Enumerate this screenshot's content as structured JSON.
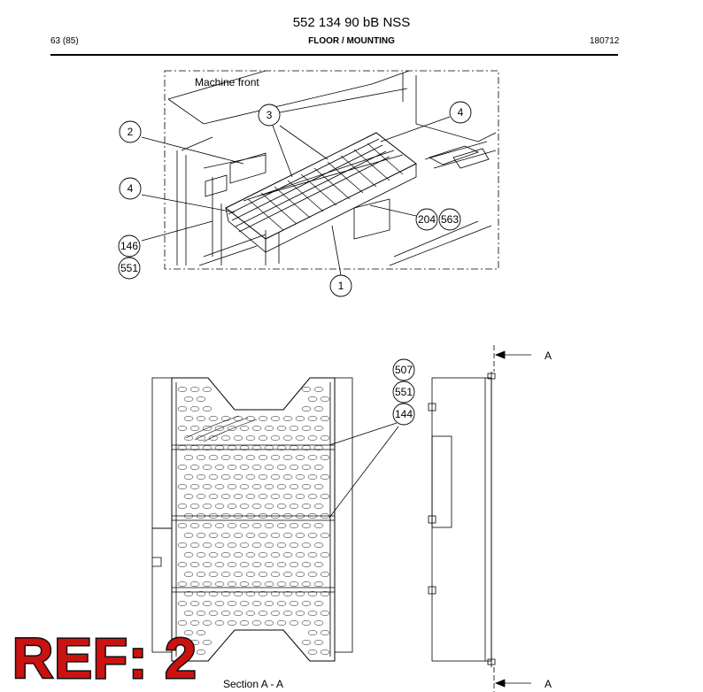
{
  "header": {
    "title": "552 134 90 bB NSS",
    "page": "63 (85)",
    "section": "FLOOR / MOUNTING",
    "date": "180712"
  },
  "diagram": {
    "top_view_label": "Machine front",
    "section_label": "Section A - A",
    "section_marker": "A",
    "ref_stamp": "REF: 2",
    "callouts_top": [
      "2",
      "3",
      "4",
      "4",
      "146",
      "551",
      "1",
      "204",
      "563"
    ],
    "callouts_bottom": [
      "507",
      "551",
      "144"
    ]
  },
  "colors": {
    "stamp_fill": "#cc1111",
    "stamp_outline": "#111111",
    "line": "#000000"
  }
}
